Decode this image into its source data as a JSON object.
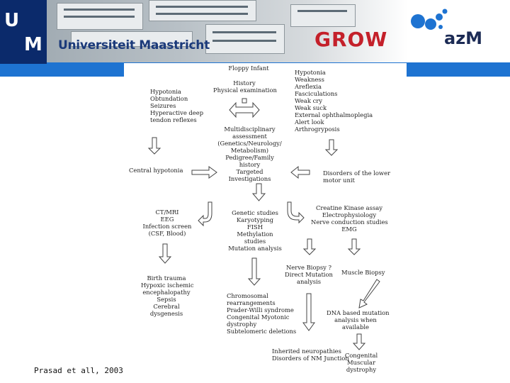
{
  "header": {
    "logo_letters": [
      "U",
      "M"
    ],
    "university_name": "Universiteit Maastricht",
    "logo_grow": "GROW",
    "logo_azm": "azM",
    "bar_color": "#1e73d1",
    "um_color": "#0b2a6b",
    "grow_color": "#c4202a"
  },
  "diagram": {
    "root": "Floppy Infant",
    "history": "History\nPhysical examination",
    "central_signs": "Hypotonia\nObtundation\nSeizures\nHyperactive deep\ntendon reflexes",
    "lower_signs": "Hypotonia\nWeakness\nAreflexia\nFasciculations\nWeak cry\nWeak suck\nExternal ophthalmoplegia\nAlert look\nArthrogryposis",
    "assessment": "Multidisciplinary\nassessment\n(Genetics/Neurology/\nMetabolism)\nPedigree/Family\nhistory\nTargeted\nInvestigations",
    "central_hypotonia": "Central hypotonia",
    "lower_motor": "Disorders of the lower\nmotor unit",
    "imaging": "CT/MRI\nEEG\nInfection screen\n(CSF, Blood)",
    "genetic_studies": "Genetic studies\nKaryotyping\nFISH\nMethylation\nstudies\nMutation analysis",
    "ck_assay": "Creatine Kinase assay\nElectrophysiology\nNerve conduction studies\nEMG",
    "central_causes": "Birth trauma\nHypoxic ischemic\nencephalopathy\nSepsis\nCerebral\ndysgenesis",
    "genetic_causes": "Chromosomal\nrearrangements\nPrader-Willi syndrome\nCongenital Myotonic\ndystrophy\nSubtelomeric deletions",
    "nerve_biopsy": "Nerve Biopsy ?\nDirect Mutation\nanalysis",
    "muscle_biopsy": "Muscle Biopsy",
    "dna_analysis": "DNA based mutation\nanalysis when\navailable",
    "neuropathies": "Inherited neuropathies\nDisorders of NM Junction",
    "muscular_dystrophy": "Congenital\nMuscular\ndystrophy"
  },
  "caption": "Prasad et all, 2003"
}
